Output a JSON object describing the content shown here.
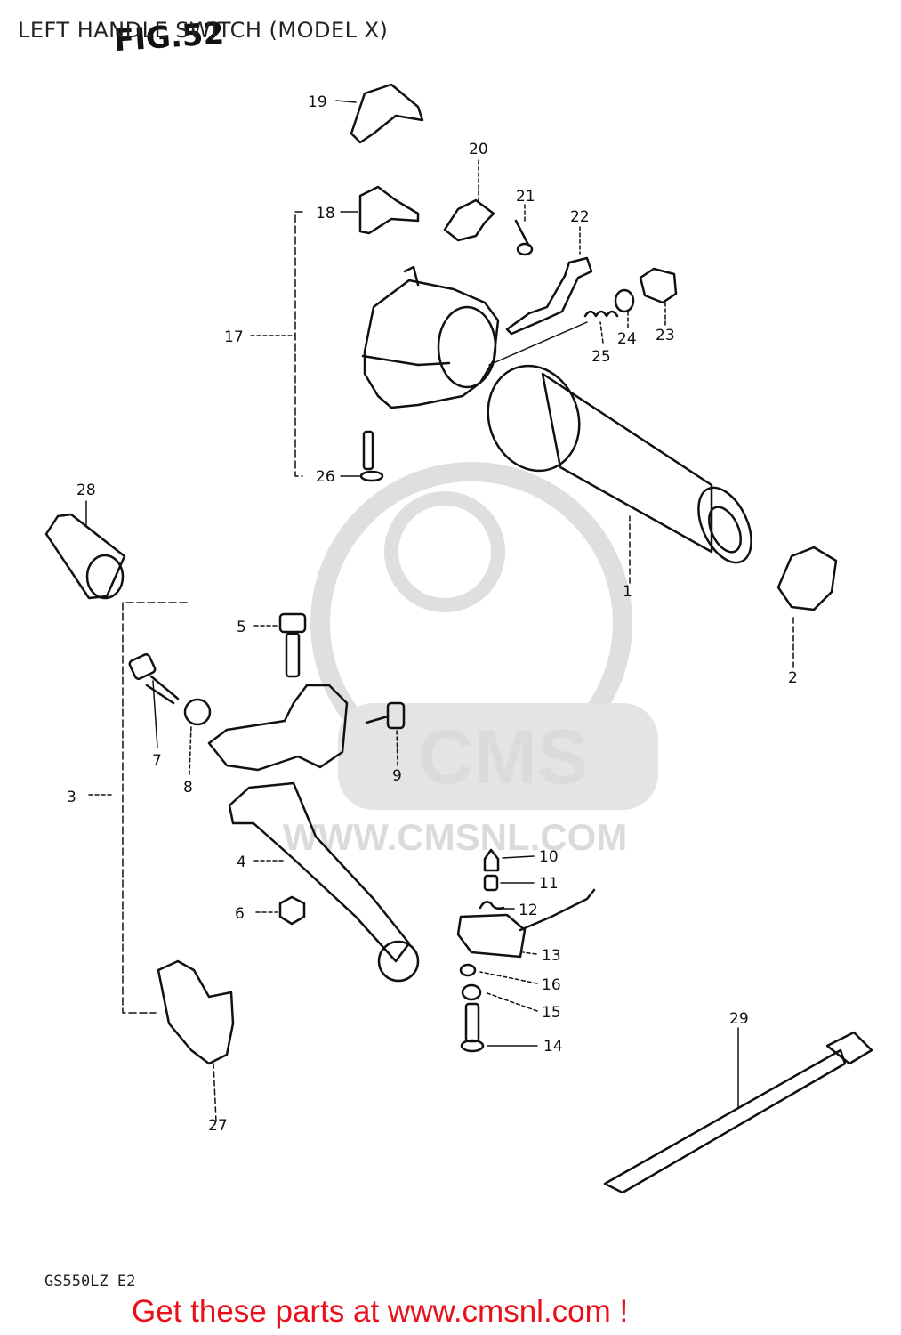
{
  "header": {
    "title": "LEFT HANDLE SWITCH (MODEL X)",
    "figure_label": "FIG.52"
  },
  "watermark": {
    "brand": "CMS",
    "url": "WWW.CMSNL.COM"
  },
  "parts": [
    {
      "number": "1"
    },
    {
      "number": "2"
    },
    {
      "number": "3"
    },
    {
      "number": "4"
    },
    {
      "number": "5"
    },
    {
      "number": "6"
    },
    {
      "number": "7"
    },
    {
      "number": "8"
    },
    {
      "number": "9"
    },
    {
      "number": "10"
    },
    {
      "number": "11"
    },
    {
      "number": "12"
    },
    {
      "number": "13"
    },
    {
      "number": "14"
    },
    {
      "number": "15"
    },
    {
      "number": "16"
    },
    {
      "number": "17"
    },
    {
      "number": "18"
    },
    {
      "number": "19"
    },
    {
      "number": "20"
    },
    {
      "number": "21"
    },
    {
      "number": "22"
    },
    {
      "number": "23"
    },
    {
      "number": "24"
    },
    {
      "number": "25"
    },
    {
      "number": "26"
    },
    {
      "number": "27"
    },
    {
      "number": "28"
    },
    {
      "number": "29"
    }
  ],
  "model_code": "GS550LZ E2",
  "footer": {
    "cta": "Get these parts at www.cmsnl.com !"
  },
  "colors": {
    "footer_text": "#e8101a",
    "line_art": "#111111",
    "watermark": "#d8d8d8"
  }
}
